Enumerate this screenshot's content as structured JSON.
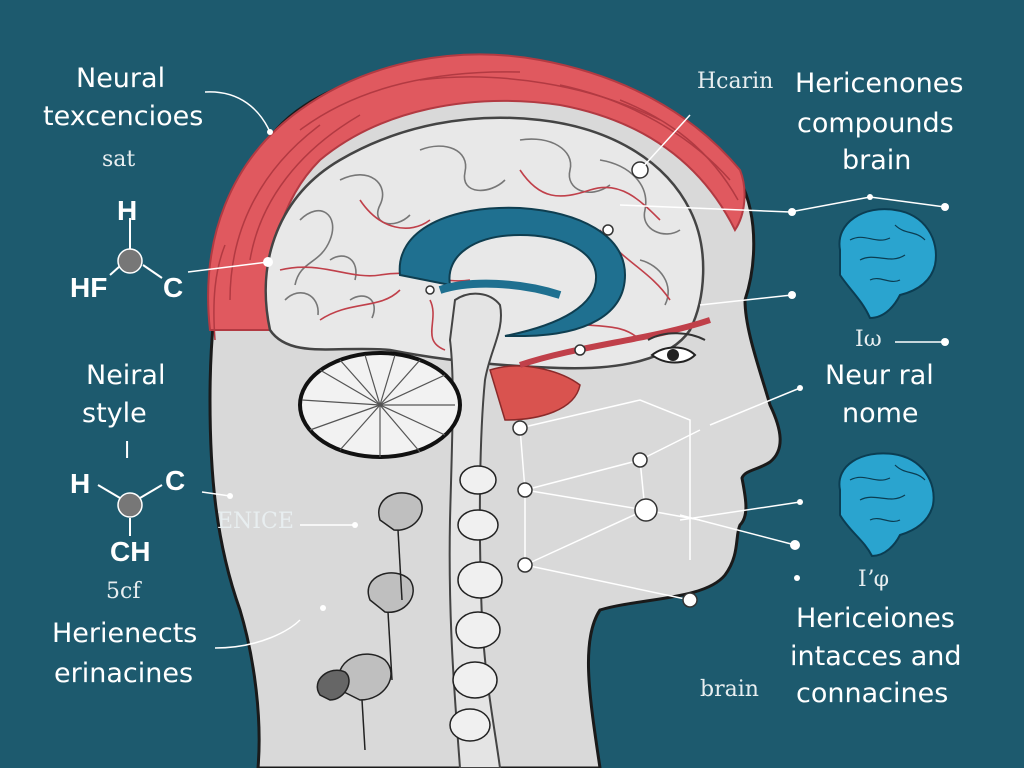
{
  "labels": {
    "top_left": [
      "Neural",
      "texcencioes",
      "sat"
    ],
    "top_right_small": "Hcarin",
    "top_right": [
      "Hericenones",
      "compounds",
      "brain"
    ],
    "mid_left": [
      "Neiral",
      "style",
      "l"
    ],
    "mid_right_small": "Iω",
    "mid_right": [
      "Neur ral",
      "nome"
    ],
    "enice": "ENICE",
    "lower_left_small": "5cf",
    "lower_left": [
      "Herienects",
      "erinacines"
    ],
    "lower_right_small": "Iʼφ",
    "lower_right": [
      "Hericeiones",
      "intacces and",
      "connacines"
    ],
    "brain_small": "brain"
  },
  "molecules": {
    "top": {
      "h_top": "H",
      "h_left": "HF",
      "c_right": "C"
    },
    "bottom": {
      "h_left": "H",
      "c_right": "C",
      "ch_bottom": "CH"
    }
  },
  "colors": {
    "background": "#1d5a6e",
    "hair": "#e0595f",
    "skin": "#d9d9d9",
    "brain": "#e6e6e6",
    "ventricle": "#1f7090",
    "vessels": "#c0404a",
    "mini_brain": "#2aa4cf",
    "text": "#ffffff"
  }
}
